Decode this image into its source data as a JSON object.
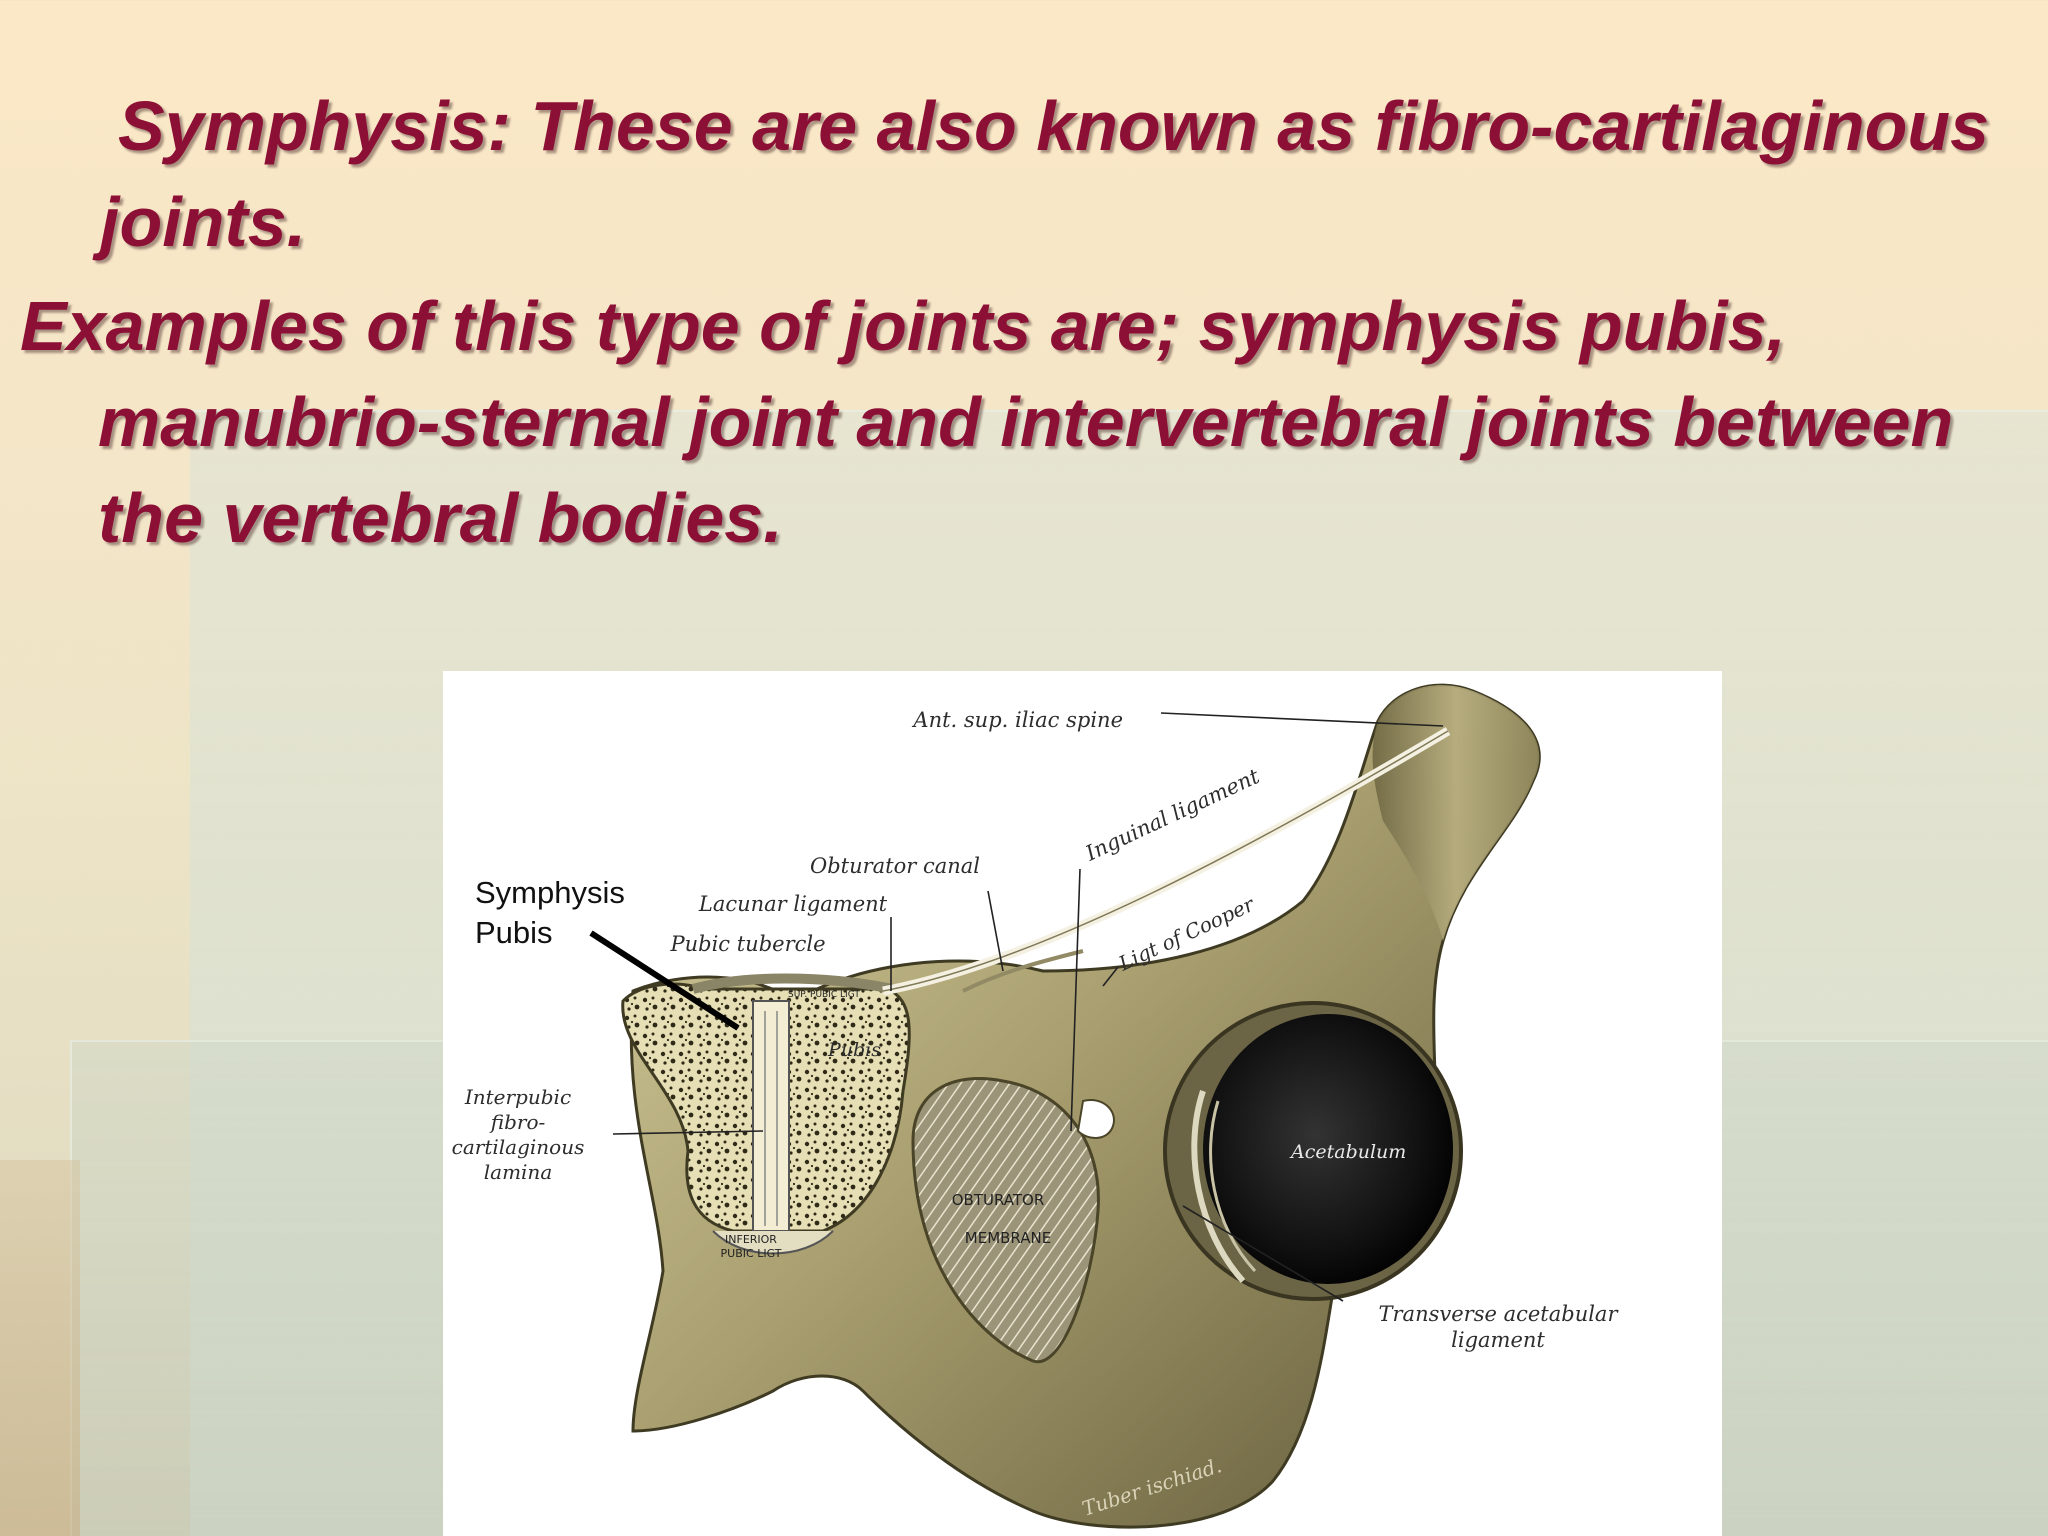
{
  "slide": {
    "paragraph1": "Symphysis: These are also known as fibro-cartilaginous joints.",
    "paragraph2": "Examples of this type of joints are; symphysis pubis, manubrio-sternal joint and intervertebral joints between the vertebral bodies."
  },
  "figure": {
    "labels": {
      "ant_sup_iliac_spine": "Ant. sup. iliac spine",
      "inguinal_ligament": "Inguinal ligament",
      "obturator_canal": "Obturator canal",
      "lacunar_ligament": "Lacunar ligament",
      "pubic_tubercle": "Pubic tubercle",
      "ligt_of_cooper": "Ligt of Cooper",
      "symphysis_pubis_line1": "Symphysis",
      "symphysis_pubis_line2": "Pubis",
      "sup_pubic_ligt": "SUP. PUBIC LIGT",
      "pubis": "Pubis",
      "interpubic_line1": "Interpubic",
      "interpubic_line2": "fibro-",
      "interpubic_line3": "cartilaginous",
      "interpubic_line4": "lamina",
      "inferior_pubic_ligt_line1": "INFERIOR",
      "inferior_pubic_ligt_line2": "PUBIC LIGT",
      "obturator_membrane_line1": "OBTURATOR",
      "obturator_membrane_line2": "MEMBRANE",
      "acetabulum": "Acetabulum",
      "transverse_line1": "Transverse acetabular",
      "transverse_line2": "ligament",
      "tuber_ischiadicum": "Tuber ischiad."
    }
  },
  "colors": {
    "heading_text": "#8c0f35",
    "bone": "#b5ab7e",
    "bone_dark": "#5d5738",
    "cartilage": "#e6dfb5"
  }
}
